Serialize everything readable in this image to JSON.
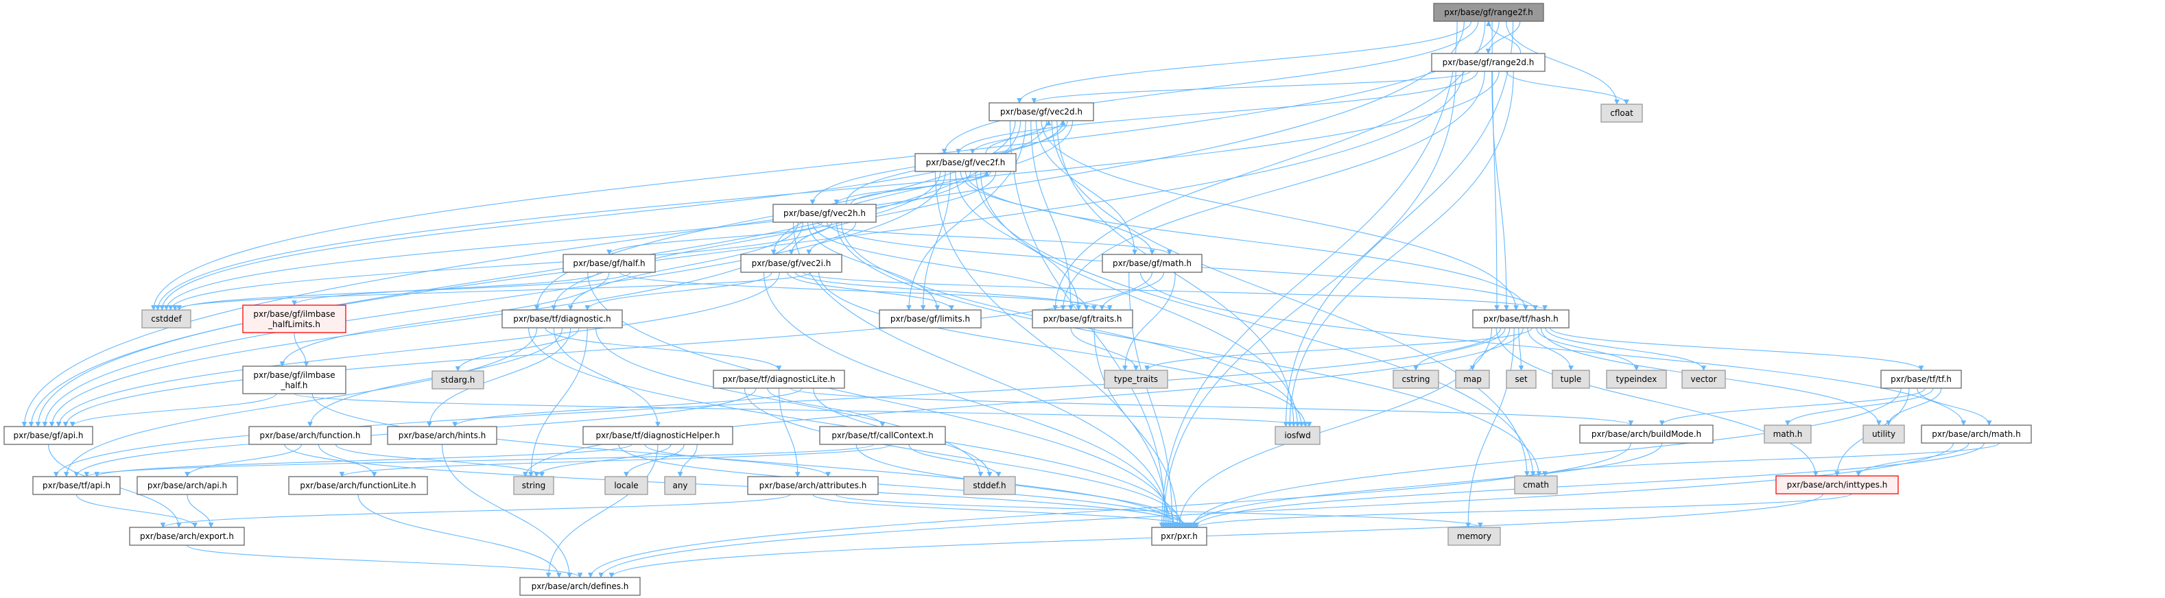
{
  "title": "pxr/base/gf/range2f.h",
  "colors": {
    "edge": "#63b8ff",
    "root_fill": "#999999",
    "sys_fill": "#e0e0e0",
    "missing_border": "#ff0000",
    "missing_fill": "#fff0f0"
  },
  "nodes": [
    {
      "id": "range2f",
      "label": [
        "pxr/base/gf/range2f.h"
      ],
      "kind": "root"
    },
    {
      "id": "range2d",
      "label": [
        "pxr/base/gf/range2d.h"
      ],
      "kind": "file"
    },
    {
      "id": "cfloat",
      "label": [
        "cfloat"
      ],
      "kind": "system"
    },
    {
      "id": "vec2d",
      "label": [
        "pxr/base/gf/vec2d.h"
      ],
      "kind": "file"
    },
    {
      "id": "vec2f",
      "label": [
        "pxr/base/gf/vec2f.h"
      ],
      "kind": "file"
    },
    {
      "id": "vec2h",
      "label": [
        "pxr/base/gf/vec2h.h"
      ],
      "kind": "file"
    },
    {
      "id": "vec2i",
      "label": [
        "pxr/base/gf/vec2i.h"
      ],
      "kind": "file"
    },
    {
      "id": "gfmath",
      "label": [
        "pxr/base/gf/math.h"
      ],
      "kind": "file"
    },
    {
      "id": "half",
      "label": [
        "pxr/base/gf/half.h"
      ],
      "kind": "file"
    },
    {
      "id": "cstddef",
      "label": [
        "cstddef"
      ],
      "kind": "system"
    },
    {
      "id": "halfLimits",
      "label": [
        "pxr/base/gf/ilmbase",
        "_halfLimits.h"
      ],
      "kind": "missing"
    },
    {
      "id": "diagnostic",
      "label": [
        "pxr/base/tf/diagnostic.h"
      ],
      "kind": "file"
    },
    {
      "id": "limits",
      "label": [
        "pxr/base/gf/limits.h"
      ],
      "kind": "file"
    },
    {
      "id": "traits",
      "label": [
        "pxr/base/gf/traits.h"
      ],
      "kind": "file"
    },
    {
      "id": "hash",
      "label": [
        "pxr/base/tf/hash.h"
      ],
      "kind": "file"
    },
    {
      "id": "ilmhalf",
      "label": [
        "pxr/base/gf/ilmbase",
        "_half.h"
      ],
      "kind": "file"
    },
    {
      "id": "stdarg",
      "label": [
        "stdarg.h"
      ],
      "kind": "system"
    },
    {
      "id": "diagLite",
      "label": [
        "pxr/base/tf/diagnosticLite.h"
      ],
      "kind": "file"
    },
    {
      "id": "type_traits",
      "label": [
        "type_traits"
      ],
      "kind": "system"
    },
    {
      "id": "cstring",
      "label": [
        "cstring"
      ],
      "kind": "system"
    },
    {
      "id": "map",
      "label": [
        "map"
      ],
      "kind": "system"
    },
    {
      "id": "set",
      "label": [
        "set"
      ],
      "kind": "system"
    },
    {
      "id": "tuple",
      "label": [
        "tuple"
      ],
      "kind": "system"
    },
    {
      "id": "typeindex",
      "label": [
        "typeindex"
      ],
      "kind": "system"
    },
    {
      "id": "vector",
      "label": [
        "vector"
      ],
      "kind": "system"
    },
    {
      "id": "tftf",
      "label": [
        "pxr/base/tf/tf.h"
      ],
      "kind": "file"
    },
    {
      "id": "gfapi",
      "label": [
        "pxr/base/gf/api.h"
      ],
      "kind": "file"
    },
    {
      "id": "archfunc",
      "label": [
        "pxr/base/arch/function.h"
      ],
      "kind": "file"
    },
    {
      "id": "hints",
      "label": [
        "pxr/base/arch/hints.h"
      ],
      "kind": "file"
    },
    {
      "id": "diagHelper",
      "label": [
        "pxr/base/tf/diagnosticHelper.h"
      ],
      "kind": "file"
    },
    {
      "id": "callContext",
      "label": [
        "pxr/base/tf/callContext.h"
      ],
      "kind": "file"
    },
    {
      "id": "iosfwd",
      "label": [
        "iosfwd"
      ],
      "kind": "system"
    },
    {
      "id": "buildMode",
      "label": [
        "pxr/base/arch/buildMode.h"
      ],
      "kind": "file"
    },
    {
      "id": "mathh",
      "label": [
        "math.h"
      ],
      "kind": "system"
    },
    {
      "id": "utility",
      "label": [
        "utility"
      ],
      "kind": "system"
    },
    {
      "id": "archmath",
      "label": [
        "pxr/base/arch/math.h"
      ],
      "kind": "file"
    },
    {
      "id": "tfapi",
      "label": [
        "pxr/base/tf/api.h"
      ],
      "kind": "file"
    },
    {
      "id": "archapi",
      "label": [
        "pxr/base/arch/api.h"
      ],
      "kind": "file"
    },
    {
      "id": "funcLite",
      "label": [
        "pxr/base/arch/functionLite.h"
      ],
      "kind": "file"
    },
    {
      "id": "string",
      "label": [
        "string"
      ],
      "kind": "system"
    },
    {
      "id": "locale",
      "label": [
        "locale"
      ],
      "kind": "system"
    },
    {
      "id": "any",
      "label": [
        "any"
      ],
      "kind": "system"
    },
    {
      "id": "attributes",
      "label": [
        "pxr/base/arch/attributes.h"
      ],
      "kind": "file"
    },
    {
      "id": "stddef",
      "label": [
        "stddef.h"
      ],
      "kind": "system"
    },
    {
      "id": "cmath",
      "label": [
        "cmath"
      ],
      "kind": "system"
    },
    {
      "id": "inttypes",
      "label": [
        "pxr/base/arch/inttypes.h"
      ],
      "kind": "missing"
    },
    {
      "id": "export",
      "label": [
        "pxr/base/arch/export.h"
      ],
      "kind": "file"
    },
    {
      "id": "pxr",
      "label": [
        "pxr/pxr.h"
      ],
      "kind": "file"
    },
    {
      "id": "memory",
      "label": [
        "memory"
      ],
      "kind": "system"
    },
    {
      "id": "defines",
      "label": [
        "pxr/base/arch/defines.h"
      ],
      "kind": "file"
    }
  ],
  "edges": [
    [
      "range2f",
      "pxr"
    ],
    [
      "range2f",
      "gfapi"
    ],
    [
      "range2f",
      "vec2d"
    ],
    [
      "range2f",
      "vec2f"
    ],
    [
      "range2f",
      "traits"
    ],
    [
      "range2f",
      "hash"
    ],
    [
      "range2f",
      "cstddef"
    ],
    [
      "range2f",
      "cfloat"
    ],
    [
      "range2f",
      "iosfwd"
    ],
    [
      "range2f",
      "range2d"
    ],
    [
      "range2d",
      "pxr"
    ],
    [
      "range2d",
      "gfapi"
    ],
    [
      "range2d",
      "vec2d"
    ],
    [
      "range2d",
      "vec2f"
    ],
    [
      "range2d",
      "traits"
    ],
    [
      "range2d",
      "hash"
    ],
    [
      "range2d",
      "cstddef"
    ],
    [
      "range2d",
      "cfloat"
    ],
    [
      "range2d",
      "iosfwd"
    ],
    [
      "range2d",
      "range2f"
    ],
    [
      "vec2d",
      "pxr"
    ],
    [
      "vec2d",
      "diagnostic"
    ],
    [
      "vec2d",
      "gfapi"
    ],
    [
      "vec2d",
      "limits"
    ],
    [
      "vec2d",
      "traits"
    ],
    [
      "vec2d",
      "gfmath"
    ],
    [
      "vec2d",
      "hash"
    ],
    [
      "vec2d",
      "cstddef"
    ],
    [
      "vec2d",
      "cmath"
    ],
    [
      "vec2d",
      "iosfwd"
    ],
    [
      "vec2d",
      "vec2f"
    ],
    [
      "vec2d",
      "vec2h"
    ],
    [
      "vec2d",
      "vec2i"
    ],
    [
      "vec2f",
      "pxr"
    ],
    [
      "vec2f",
      "diagnostic"
    ],
    [
      "vec2f",
      "gfapi"
    ],
    [
      "vec2f",
      "limits"
    ],
    [
      "vec2f",
      "traits"
    ],
    [
      "vec2f",
      "gfmath"
    ],
    [
      "vec2f",
      "hash"
    ],
    [
      "vec2f",
      "cstddef"
    ],
    [
      "vec2f",
      "cmath"
    ],
    [
      "vec2f",
      "iosfwd"
    ],
    [
      "vec2f",
      "vec2d"
    ],
    [
      "vec2f",
      "vec2h"
    ],
    [
      "vec2f",
      "vec2i"
    ],
    [
      "vec2h",
      "pxr"
    ],
    [
      "vec2h",
      "diagnostic"
    ],
    [
      "vec2h",
      "gfapi"
    ],
    [
      "vec2h",
      "limits"
    ],
    [
      "vec2h",
      "traits"
    ],
    [
      "vec2h",
      "gfmath"
    ],
    [
      "vec2h",
      "half"
    ],
    [
      "vec2h",
      "hash"
    ],
    [
      "vec2h",
      "cstddef"
    ],
    [
      "vec2h",
      "cmath"
    ],
    [
      "vec2h",
      "iosfwd"
    ],
    [
      "vec2h",
      "vec2d"
    ],
    [
      "vec2h",
      "vec2f"
    ],
    [
      "vec2h",
      "vec2i"
    ],
    [
      "vec2i",
      "pxr"
    ],
    [
      "vec2i",
      "diagnostic"
    ],
    [
      "vec2i",
      "gfapi"
    ],
    [
      "vec2i",
      "limits"
    ],
    [
      "vec2i",
      "traits"
    ],
    [
      "vec2i",
      "hash"
    ],
    [
      "vec2i",
      "cstddef"
    ],
    [
      "vec2i",
      "iosfwd"
    ],
    [
      "gfmath",
      "pxr"
    ],
    [
      "gfmath",
      "archmath"
    ],
    [
      "gfmath",
      "gfapi"
    ],
    [
      "gfmath",
      "traits"
    ],
    [
      "gfmath",
      "type_traits"
    ],
    [
      "half",
      "pxr"
    ],
    [
      "half",
      "halfLimits"
    ],
    [
      "half",
      "ilmhalf"
    ],
    [
      "half",
      "traits"
    ],
    [
      "half",
      "cstddef"
    ],
    [
      "halfLimits",
      "ilmhalf"
    ],
    [
      "ilmhalf",
      "gfapi"
    ],
    [
      "ilmhalf",
      "iosfwd"
    ],
    [
      "ilmhalf",
      "pxr"
    ],
    [
      "traits",
      "type_traits"
    ],
    [
      "traits",
      "pxr"
    ],
    [
      "hash",
      "pxr"
    ],
    [
      "hash",
      "inttypes"
    ],
    [
      "hash",
      "tfapi"
    ],
    [
      "hash",
      "cstring"
    ],
    [
      "hash",
      "map"
    ],
    [
      "hash",
      "memory"
    ],
    [
      "hash",
      "set"
    ],
    [
      "hash",
      "string"
    ],
    [
      "hash",
      "tuple"
    ],
    [
      "hash",
      "type_traits"
    ],
    [
      "hash",
      "typeindex"
    ],
    [
      "hash",
      "utility"
    ],
    [
      "hash",
      "vector"
    ],
    [
      "hash",
      "tftf"
    ],
    [
      "diagnostic",
      "pxr"
    ],
    [
      "diagnostic",
      "tfapi"
    ],
    [
      "diagnostic",
      "diagLite"
    ],
    [
      "diagnostic",
      "diagHelper"
    ],
    [
      "diagnostic",
      "archfunc"
    ],
    [
      "diagnostic",
      "hints"
    ],
    [
      "diagnostic",
      "stdarg"
    ],
    [
      "diagnostic",
      "string"
    ],
    [
      "diagnostic",
      "stddef"
    ],
    [
      "diagLite",
      "pxr"
    ],
    [
      "diagLite",
      "tfapi"
    ],
    [
      "diagLite",
      "callContext"
    ],
    [
      "diagLite",
      "attributes"
    ],
    [
      "diagLite",
      "buildMode"
    ],
    [
      "diagLite",
      "hints"
    ],
    [
      "diagLite",
      "stddef"
    ],
    [
      "callContext",
      "pxr"
    ],
    [
      "callContext",
      "tfapi"
    ],
    [
      "callContext",
      "funcLite"
    ],
    [
      "callContext",
      "stddef"
    ],
    [
      "diagHelper",
      "pxr"
    ],
    [
      "diagHelper",
      "tfapi"
    ],
    [
      "diagHelper",
      "attributes"
    ],
    [
      "diagHelper",
      "defines"
    ],
    [
      "diagHelper",
      "string"
    ],
    [
      "diagHelper",
      "locale"
    ],
    [
      "diagHelper",
      "any"
    ],
    [
      "archfunc",
      "pxr"
    ],
    [
      "archfunc",
      "archapi"
    ],
    [
      "archfunc",
      "funcLite"
    ],
    [
      "archfunc",
      "string"
    ],
    [
      "funcLite",
      "defines"
    ],
    [
      "hints",
      "defines"
    ],
    [
      "attributes",
      "export"
    ],
    [
      "attributes",
      "pxr"
    ],
    [
      "attributes",
      "memory"
    ],
    [
      "gfapi",
      "export"
    ],
    [
      "tfapi",
      "export"
    ],
    [
      "archapi",
      "export"
    ],
    [
      "export",
      "defines"
    ],
    [
      "buildMode",
      "defines"
    ],
    [
      "buildMode",
      "pxr"
    ],
    [
      "tftf",
      "pxr"
    ],
    [
      "tftf",
      "inttypes"
    ],
    [
      "tftf",
      "archmath"
    ],
    [
      "tftf",
      "buildMode"
    ],
    [
      "tftf",
      "mathh"
    ],
    [
      "tftf",
      "utility"
    ],
    [
      "archmath",
      "defines"
    ],
    [
      "archmath",
      "inttypes"
    ],
    [
      "archmath",
      "pxr"
    ],
    [
      "archmath",
      "cmath"
    ],
    [
      "inttypes",
      "defines"
    ],
    [
      "inttypes",
      "pxr"
    ]
  ]
}
